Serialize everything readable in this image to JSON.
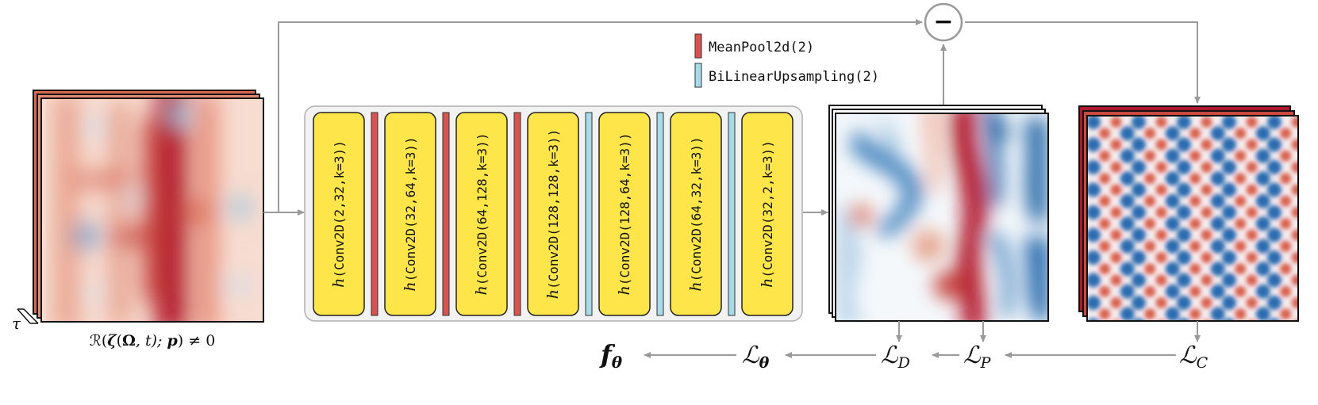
{
  "input": {
    "caption_prefix": "ℛ(",
    "caption_zeta": "ζ",
    "caption_mid": "(",
    "caption_omega": "Ω",
    "caption_rest": ", t); ",
    "caption_p": "p",
    "caption_end": ") ≠ 0",
    "tau_label": "τ"
  },
  "legend": {
    "pool_label": "MeanPool2d(2)",
    "upsample_label": "BiLinearUpsampling(2)",
    "pool_color": "#d9534f",
    "upsample_color": "#a8dbe8"
  },
  "network": {
    "blocks": [
      {
        "h": "h",
        "label": "(Conv2D(2,32,k=3))"
      },
      {
        "h": "h",
        "label": "(Conv2D(32,64,k=3))"
      },
      {
        "h": "h",
        "label": "(Conv2D(64,128,k=3))"
      },
      {
        "h": "h",
        "label": "(Conv2D(128,128,k=3))"
      },
      {
        "h": "h",
        "label": "(Conv2D(128,64,k=3))"
      },
      {
        "h": "h",
        "label": "(Conv2D(64,32,k=3))"
      },
      {
        "h": "h",
        "label": "(Conv2D(32,2,k=3))"
      }
    ],
    "block_color": "#fde54a",
    "separators": [
      "pool",
      "pool",
      "pool",
      "upsample",
      "upsample",
      "upsample"
    ]
  },
  "operator": {
    "symbol": "−"
  },
  "losses": {
    "f_main": "f",
    "f_sub": "θ",
    "l_theta_main": "ℒ",
    "l_theta_sub": "θ",
    "l_d_main": "ℒ",
    "l_d_sub": "D",
    "l_p_main": "ℒ",
    "l_p_sub": "P",
    "l_c_main": "ℒ",
    "l_c_sub": "C"
  },
  "colors": {
    "arrow": "#9a9a9a",
    "panel_bg": "#f2f2f2",
    "panel_border": "#b0b0b0",
    "field_red": "#b2182b",
    "field_blue": "#2166ac"
  }
}
